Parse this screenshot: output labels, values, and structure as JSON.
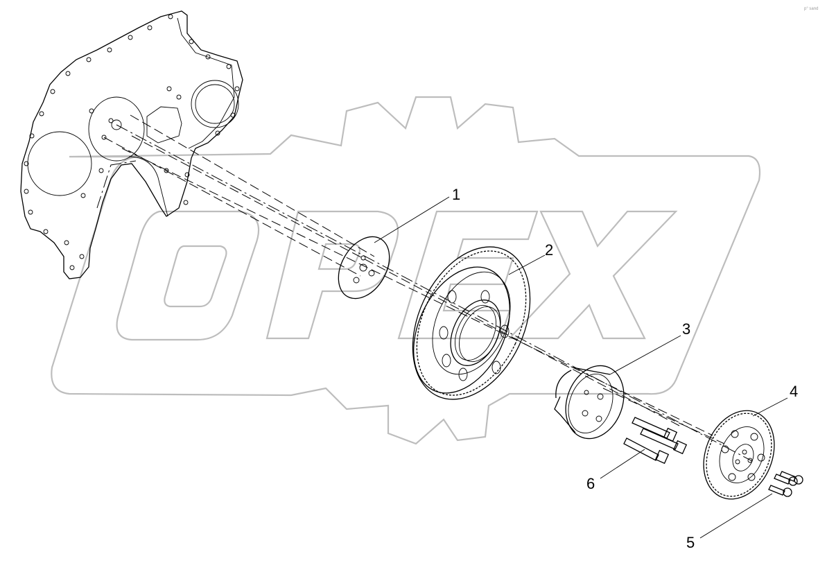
{
  "watermark": {
    "text": "OPEX"
  },
  "corner_mark": "p° sand",
  "callouts": [
    {
      "label": "1"
    },
    {
      "label": "2"
    },
    {
      "label": "3"
    },
    {
      "label": "4"
    },
    {
      "label": "5"
    },
    {
      "label": "6"
    }
  ],
  "colors": {
    "line": "#000000",
    "watermark": "#bdbdbd",
    "background": "#ffffff"
  }
}
